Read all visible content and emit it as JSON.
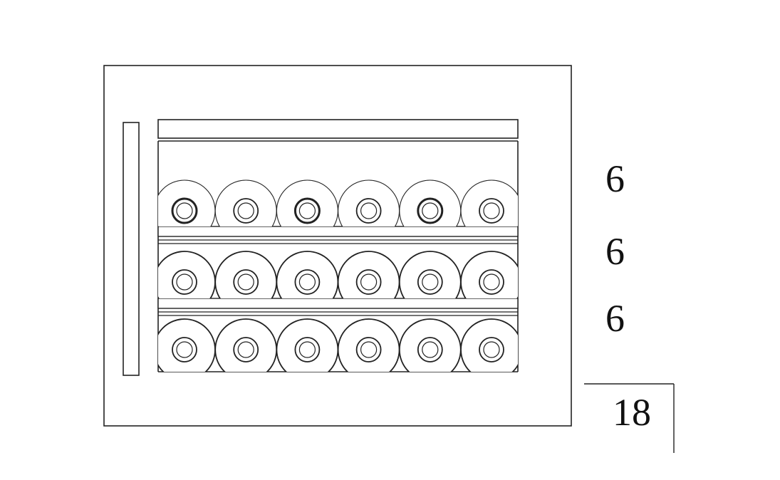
{
  "shelves": [
    {
      "bottle_count_label": "6",
      "bottles": 6
    },
    {
      "bottle_count_label": "6",
      "bottles": 6
    },
    {
      "bottle_count_label": "6",
      "bottles": 6
    }
  ],
  "total_label": "18",
  "colors": {
    "line": "#222222",
    "background": "#ffffff"
  }
}
